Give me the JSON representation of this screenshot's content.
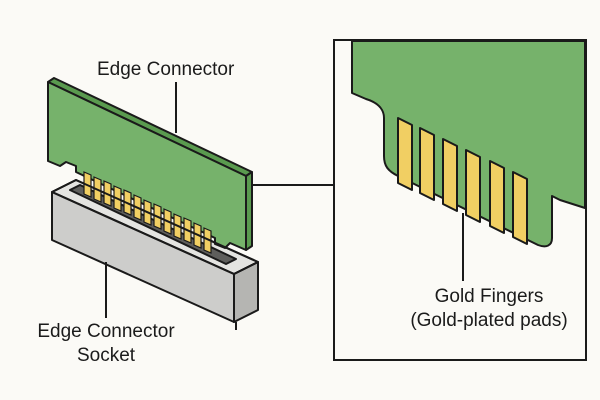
{
  "labels": {
    "edge_connector": "Edge Connector",
    "socket_line1": "Edge Connector",
    "socket_line2": "Socket",
    "gold_line1": "Gold Fingers",
    "gold_line2": "(Gold-plated pads)"
  },
  "colors": {
    "pcb_green": "#76b26b",
    "gold": "#f1cf63",
    "socket_gray": "#cdcdcb",
    "outline": "#1a1a1a",
    "background": "#fbfaf6"
  }
}
